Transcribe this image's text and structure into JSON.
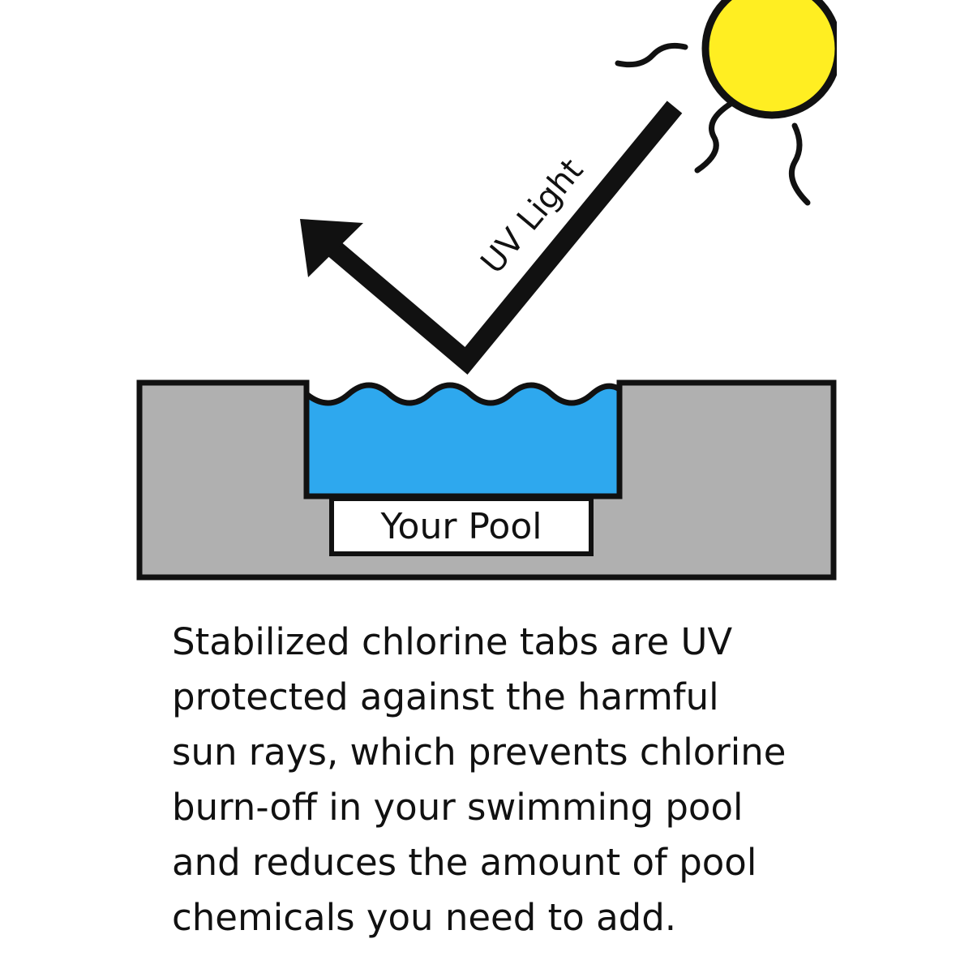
{
  "diagram": {
    "uv_label": "UV Light",
    "pool_label": "Your Pool"
  },
  "caption": {
    "lines": [
      "Stabilized chlorine tabs are UV",
      "protected against the harmful",
      "sun rays, which prevents chlorine",
      "burn-off in your swimming pool",
      "and reduces the amount of pool",
      "chemicals you need to add."
    ]
  },
  "colors": {
    "sun": "#ffee22",
    "water": "#2ea8ee",
    "ground": "#b0b0b0",
    "outline": "#111111",
    "background": "#ffffff"
  },
  "icons": {
    "sun": "sun-icon",
    "arrow": "uv-arrow-icon"
  }
}
